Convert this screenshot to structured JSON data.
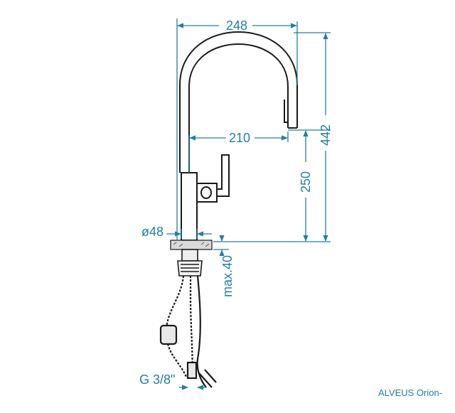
{
  "dimensions": {
    "width_total": "248",
    "spout_reach": "210",
    "height_total": "442",
    "spout_height": "250",
    "diameter": "ø48",
    "max_thickness": "max.40",
    "thread": "G 3/8\""
  },
  "brand_text": "ALVEUS Orion-",
  "colors": {
    "dimension": "#1f7fa3",
    "outline": "#1a1a1a"
  }
}
